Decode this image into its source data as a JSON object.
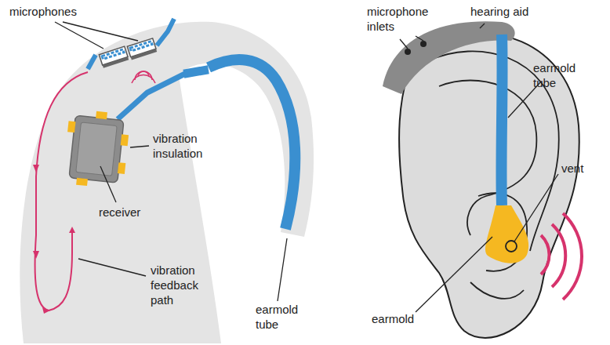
{
  "diagram": {
    "labels": [
      "microphones",
      "vibration insulation",
      "receiver",
      "vibration feedback path",
      "earmold tube",
      "microphone inlets",
      "hearing aid",
      "earmold tube",
      "vent",
      "earmold"
    ]
  }
}
